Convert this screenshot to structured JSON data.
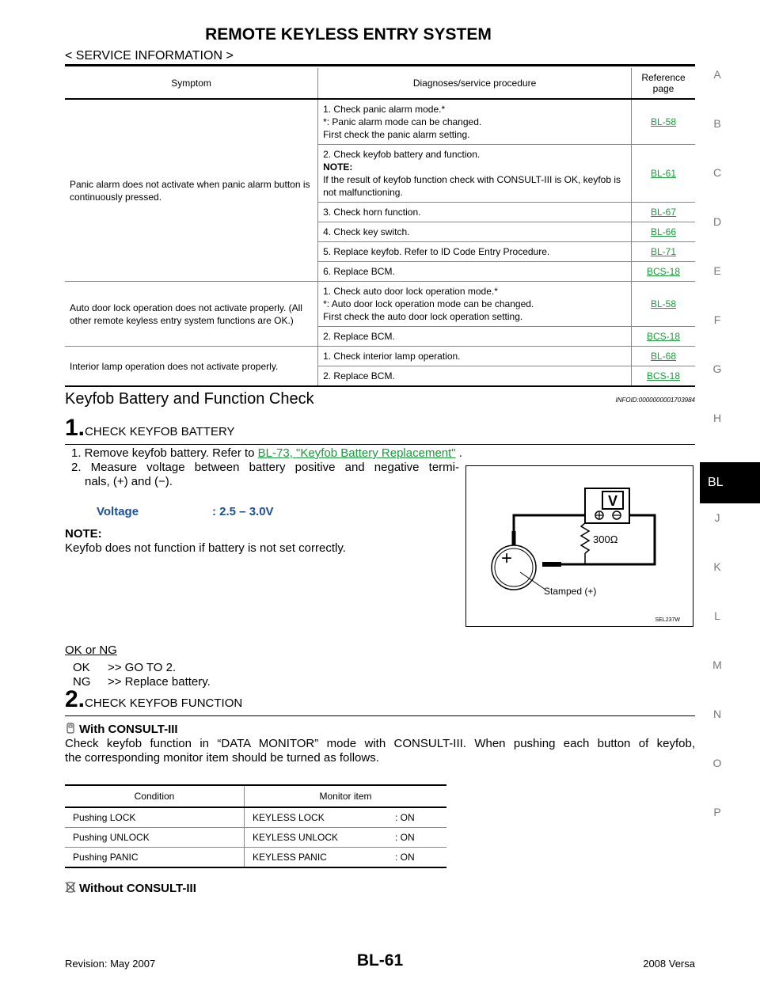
{
  "header": {
    "title": "REMOTE KEYLESS ENTRY SYSTEM",
    "subtitle": "< SERVICE INFORMATION >"
  },
  "side_tabs": [
    "A",
    "B",
    "C",
    "D",
    "E",
    "F",
    "G",
    "H",
    "BL",
    "J",
    "K",
    "L",
    "M",
    "N",
    "O",
    "P"
  ],
  "active_tab": "BL",
  "symptom_table": {
    "headers": [
      "Symptom",
      "Diagnoses/service procedure",
      "Reference page"
    ],
    "groups": [
      {
        "symptom": "Panic alarm does not activate when panic alarm button is continuously pressed.",
        "rows": [
          {
            "lines": [
              "1. Check panic alarm mode.*",
              "*: Panic alarm mode can be changed.",
              "First check the panic alarm setting."
            ],
            "ref": "BL-58"
          },
          {
            "lines": [
              "2. Check keyfob battery and function.",
              "NOTE:",
              "If the result of keyfob function check with CONSULT-III is OK, keyfob is not malfunctioning."
            ],
            "ref": "BL-61"
          },
          {
            "lines": [
              "3. Check horn function."
            ],
            "ref": "BL-67"
          },
          {
            "lines": [
              "4. Check key switch."
            ],
            "ref": "BL-66"
          },
          {
            "lines": [
              "5. Replace keyfob. Refer to ID Code Entry Procedure."
            ],
            "ref": "BL-71"
          },
          {
            "lines": [
              "6. Replace BCM."
            ],
            "ref": "BCS-18"
          }
        ]
      },
      {
        "symptom": "Auto door lock operation does not activate properly. (All other remote keyless entry system functions are OK.)",
        "rows": [
          {
            "lines": [
              "1. Check auto door lock operation mode.*",
              "*: Auto door lock operation mode can be changed.",
              "First check the auto door lock operation setting."
            ],
            "ref": "BL-58"
          },
          {
            "lines": [
              "2. Replace BCM."
            ],
            "ref": "BCS-18"
          }
        ]
      },
      {
        "symptom": "Interior lamp operation does not activate properly.",
        "rows": [
          {
            "lines": [
              "1. Check interior lamp operation."
            ],
            "ref": "BL-68"
          },
          {
            "lines": [
              "2. Replace BCM."
            ],
            "ref": "BCS-18"
          }
        ]
      }
    ]
  },
  "section": {
    "title": "Keyfob Battery and Function Check",
    "infoid": "INFOID:0000000001703984"
  },
  "step1": {
    "number": "1.",
    "title": "CHECK KEYFOB BATTERY",
    "item1_prefix": "1. Remove keyfob battery. Refer to ",
    "item1_link": "BL-73, \"Keyfob Battery Replacement\"",
    "item1_suffix": " .",
    "item2_line1": "2. Measure voltage between battery positive and negative termi-",
    "item2_line2": "nals, (+) and (−).",
    "voltage_label": "Voltage",
    "voltage_value": ": 2.5 – 3.0V",
    "note_label": "NOTE:",
    "note_text": "Keyfob does not function if battery is not set correctly.",
    "ok_ng": "OK or NG",
    "ok_label": "OK",
    "ok_text": ">> GO TO 2.",
    "ng_label": "NG",
    "ng_text": ">> Replace battery."
  },
  "diagram": {
    "meter": "V",
    "resistor": "300Ω",
    "stamped": "Stamped (+)",
    "code": "SEL237W",
    "plus": "+"
  },
  "step2": {
    "number": "2.",
    "title": "CHECK KEYFOB FUNCTION",
    "with_label": "With CONSULT-III",
    "with_text_line1": "Check keyfob function in “DATA MONITOR” mode with CONSULT-III. When pushing each button of keyfob,",
    "with_text_line2": "the corresponding monitor item should be turned as follows.",
    "without_label": "Without CONSULT-III"
  },
  "monitor_table": {
    "headers": [
      "Condition",
      "Monitor item"
    ],
    "rows": [
      {
        "condition": "Pushing LOCK",
        "item": "KEYLESS LOCK",
        "value": ": ON"
      },
      {
        "condition": "Pushing UNLOCK",
        "item": "KEYLESS UNLOCK",
        "value": ": ON"
      },
      {
        "condition": "Pushing PANIC",
        "item": "KEYLESS PANIC",
        "value": ": ON"
      }
    ]
  },
  "footer": {
    "revision": "Revision: May 2007",
    "page": "BL-61",
    "model": "2008 Versa"
  }
}
